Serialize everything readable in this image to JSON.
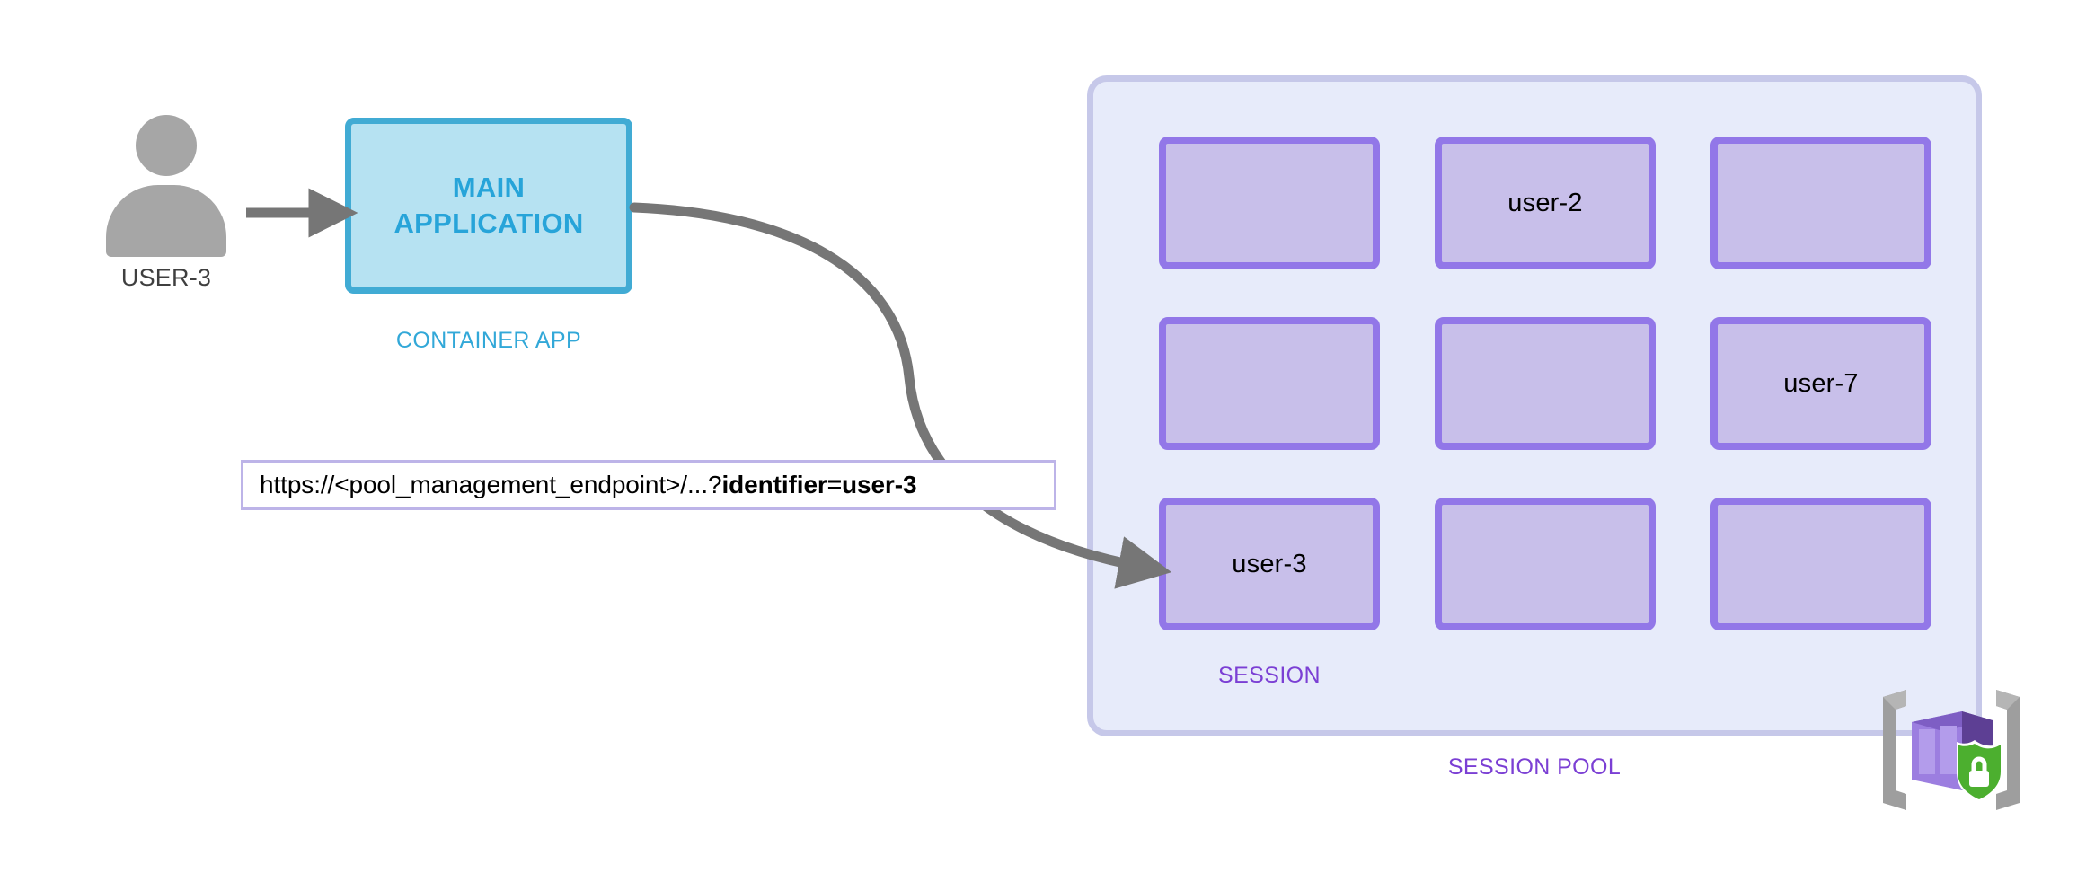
{
  "diagram": {
    "title": "Container app routing a user request to a session pool",
    "background": "#ffffff",
    "colors": {
      "app_border": "#41abd4",
      "app_fill": "#b6e2f2",
      "app_text": "#27a4d9",
      "actor_grey": "#a6a6a6",
      "actor_text": "#3f3f3f",
      "arrow_grey": "#767676",
      "pool_border": "#c6c8e9",
      "pool_fill": "#e7ebfa",
      "session_border": "#9277e8",
      "session_fill": "#c8bfea",
      "session_text": "#7b3fd4",
      "callout_border": "#bdb4e8",
      "callout_fill": "#ffffff",
      "icon_purple_light": "#a280e0",
      "icon_purple_dark": "#60409a",
      "icon_bracket_grey": "#9e9e9e",
      "icon_shield_green": "#4caf2f"
    }
  },
  "actor": {
    "name": "USER-3",
    "icon": "person-icon"
  },
  "application": {
    "title_line1": "MAIN",
    "title_line2": "APPLICATION",
    "caption": "CONTAINER APP"
  },
  "callout": {
    "url_prefix": "https://<pool_management_endpoint>/...?",
    "url_query_bold": "identifier=user-3"
  },
  "pool": {
    "caption": "SESSION POOL",
    "session_caption": "SESSION",
    "sessions": [
      {
        "id": "s1",
        "label": "",
        "occupied": false
      },
      {
        "id": "s2",
        "label": "user-2",
        "occupied": true
      },
      {
        "id": "s3",
        "label": "",
        "occupied": false
      },
      {
        "id": "s4",
        "label": "",
        "occupied": false
      },
      {
        "id": "s5",
        "label": "",
        "occupied": false
      },
      {
        "id": "s6",
        "label": "user-7",
        "occupied": true
      },
      {
        "id": "s7",
        "label": "user-3",
        "occupied": true
      },
      {
        "id": "s8",
        "label": "",
        "occupied": false
      },
      {
        "id": "s9",
        "label": "",
        "occupied": false
      }
    ]
  },
  "icons": {
    "dynamic_sessions": "azure-dynamic-sessions-icon"
  },
  "edges": [
    {
      "name": "user-to-application",
      "from": "USER-3",
      "to": "MAIN APPLICATION",
      "style": "straight-arrow"
    },
    {
      "name": "application-to-session",
      "from": "MAIN APPLICATION",
      "to": "user-3 session",
      "style": "curved-arrow"
    }
  ]
}
